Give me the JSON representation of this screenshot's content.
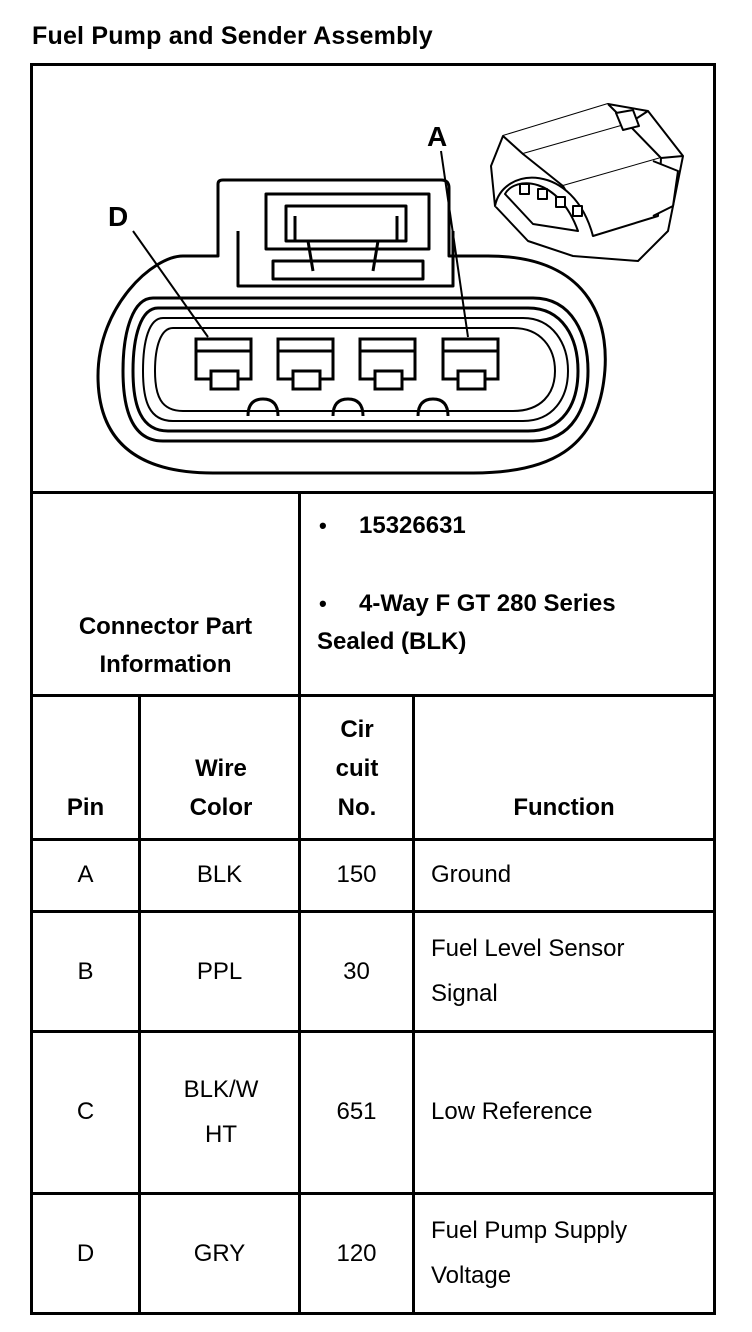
{
  "title": "Fuel Pump and Sender Assembly",
  "diagram": {
    "label_a": "A",
    "label_d": "D"
  },
  "connector_info": {
    "label": "Connector Part Information",
    "bullet_symbol": "•",
    "part_number": "15326631",
    "description": "4-Way F GT 280 Series Sealed (BLK)"
  },
  "table": {
    "headers": {
      "pin": "Pin",
      "wire_color": "Wire Color",
      "circuit_no": "Cir cuit No.",
      "function": "Function"
    },
    "rows": [
      {
        "pin": "A",
        "wire_color": "BLK",
        "circuit_no": "150",
        "function": "Ground"
      },
      {
        "pin": "B",
        "wire_color": "PPL",
        "circuit_no": "30",
        "function": "Fuel Level Sensor Signal"
      },
      {
        "pin": "C",
        "wire_color": "BLK/W HT",
        "circuit_no": "651",
        "function": "Low Reference"
      },
      {
        "pin": "D",
        "wire_color": "GRY",
        "circuit_no": "120",
        "function": "Fuel Pump Supply Voltage"
      }
    ]
  }
}
